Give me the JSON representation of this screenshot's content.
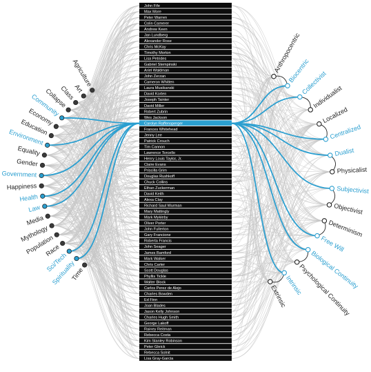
{
  "colors": {
    "background": "#ffffff",
    "name_box": "#0d0d0d",
    "name_text": "#ffffff",
    "highlight": "#2b9fd0",
    "highlight_text": "#2b9fd0",
    "link": "#c6c6c6",
    "node": "#3a3a3a",
    "label": "#222222"
  },
  "people": [
    "John Fife",
    "Max More",
    "Peter Warren",
    "Colin Camerer",
    "Andrew Keen",
    "Jan Lundberg",
    "Alexander Rose",
    "Chris McKay",
    "Timothy Morton",
    "Lisa Petrides",
    "Gabriel Stempinski",
    "Ariel Waldman",
    "John Zerzan",
    "Cameron Whitten",
    "Laura Musikanski",
    "David Korten",
    "Joseph Tainter",
    "David Miller",
    "Robert Zubrin",
    "Wes Jackson",
    "Carolyn Raffensperger",
    "Frances Whitehead",
    "Jenny Lee",
    "Patrick Crouch",
    "Tim Cannon",
    "Lawrence Torcello",
    "Henry Louis Taylor, Jr.",
    "Claire Evans",
    "Priscilla Grim",
    "Douglas Rushkoff",
    "Chuck Collins",
    "Ethan Zuckerman",
    "David Keith",
    "Alexa Clay",
    "Richard Saul Wurman",
    "Mary Mattingly",
    "Mark Mykleby",
    "Oliver Porter",
    "John Fullerton",
    "Gary Francione",
    "Roberta Francis",
    "John Seager",
    "James Bamford",
    "Mark Walker",
    "Chris Carter",
    "Scott Douglas",
    "Phyllis Tickle",
    "Walter Block",
    "Carlos Perez de Alejo",
    "Charles Bowden",
    "Ed Finn",
    "Joan Blades",
    "Jason Kelly Johnson",
    "Charles Hugh Smith",
    "George Lakoff",
    "Rainey Reitman",
    "Rebecca Costa",
    "Kim Stanley Robinson",
    "Peter Gleick",
    "Rebecca Solnit",
    "Lisa Gray-Garcia"
  ],
  "selected_person": "Carolyn Raffensperger",
  "topics": [
    {
      "label": "Agriculture",
      "highlighted": false
    },
    {
      "label": "Art",
      "highlighted": false
    },
    {
      "label": "Class",
      "highlighted": false
    },
    {
      "label": "Collapse",
      "highlighted": false
    },
    {
      "label": "Community",
      "highlighted": true
    },
    {
      "label": "Economy",
      "highlighted": false
    },
    {
      "label": "Education",
      "highlighted": false
    },
    {
      "label": "Environment",
      "highlighted": true
    },
    {
      "label": "Equality",
      "highlighted": false
    },
    {
      "label": "Gender",
      "highlighted": false
    },
    {
      "label": "Government",
      "highlighted": true
    },
    {
      "label": "Happiness",
      "highlighted": false
    },
    {
      "label": "Health",
      "highlighted": true
    },
    {
      "label": "Law",
      "highlighted": true
    },
    {
      "label": "Media",
      "highlighted": false
    },
    {
      "label": "Mythology",
      "highlighted": false
    },
    {
      "label": "Population",
      "highlighted": false
    },
    {
      "label": "Race",
      "highlighted": false
    },
    {
      "label": "Sci/Tech",
      "highlighted": true
    },
    {
      "label": "Spirituality",
      "highlighted": true
    },
    {
      "label": "Time",
      "highlighted": false
    }
  ],
  "values": [
    {
      "label": "Anthropocentric",
      "highlighted": false
    },
    {
      "label": "Biocentric",
      "highlighted": true
    },
    {
      "label": "Collectivist",
      "highlighted": true
    },
    {
      "label": "Individualist",
      "highlighted": false
    },
    {
      "label": "Localized",
      "highlighted": false
    },
    {
      "label": "Centralized",
      "highlighted": true
    },
    {
      "label": "Dualist",
      "highlighted": true
    },
    {
      "label": "Physicalist",
      "highlighted": false
    },
    {
      "label": "Subjectivist",
      "highlighted": true
    },
    {
      "label": "Objectivist",
      "highlighted": false
    },
    {
      "label": "Determinism",
      "highlighted": false
    },
    {
      "label": "Free Will",
      "highlighted": true
    },
    {
      "label": "Biological Continuity",
      "highlighted": true
    },
    {
      "label": "Psychological Continuity",
      "highlighted": false
    },
    {
      "label": "Intrinsic",
      "highlighted": true
    },
    {
      "label": "Extrinsic",
      "highlighted": false
    }
  ]
}
